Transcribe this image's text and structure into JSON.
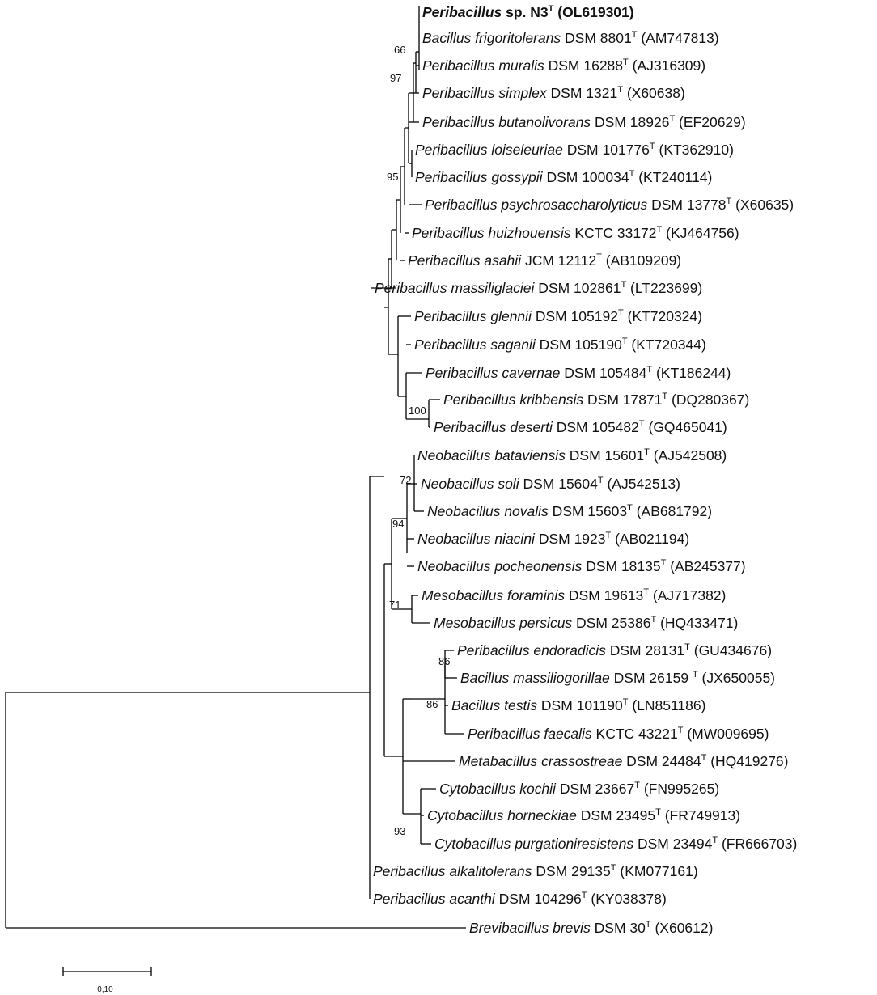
{
  "taxa": [
    {
      "genus": "Peribacillus",
      "epithet": "",
      "strain": "sp. N3",
      "acc": "(OL619301)",
      "bold": true
    },
    {
      "genus": "Bacillus",
      "epithet": "frigoritolerans",
      "strain": "DSM 8801",
      "acc": "(AM747813)"
    },
    {
      "genus": "Peribacillus",
      "epithet": "muralis",
      "strain": "DSM 16288",
      "acc": "(AJ316309)"
    },
    {
      "genus": "Peribacillus",
      "epithet": "simplex",
      "strain": "DSM 1321",
      "acc": "(X60638)"
    },
    {
      "genus": "Peribacillus",
      "epithet": "butanolivorans",
      "strain": "DSM 18926",
      "acc": "(EF20629)"
    },
    {
      "genus": "Peribacillus",
      "epithet": "loiseleuriae",
      "strain": "DSM 101776",
      "acc": "(KT362910)"
    },
    {
      "genus": "Peribacillus",
      "epithet": "gossypii",
      "strain": "DSM 100034",
      "acc": "(KT240114)"
    },
    {
      "genus": "Peribacillus",
      "epithet": "psychrosaccharolyticus",
      "strain": "DSM 13778",
      "acc": "(X60635)"
    },
    {
      "genus": "Peribacillus",
      "epithet": "huizhouensis",
      "strain": "KCTC 33172",
      "acc": "(KJ464756)"
    },
    {
      "genus": "Peribacillus",
      "epithet": "asahii",
      "strain": "JCM 12112",
      "acc": "(AB109209)"
    },
    {
      "genus": "Peribacillus",
      "epithet": "massiliglaciei",
      "strain": "DSM 102861",
      "acc": "(LT223699)"
    },
    {
      "genus": "Peribacillus",
      "epithet": "glennii",
      "strain": "DSM 105192",
      "acc": "(KT720324)"
    },
    {
      "genus": "Peribacillus",
      "epithet": "saganii",
      "strain": "DSM 105190",
      "acc": "(KT720344)"
    },
    {
      "genus": "Peribacillus",
      "epithet": "cavernae",
      "strain": "DSM 105484",
      "acc": "(KT186244)"
    },
    {
      "genus": "Peribacillus",
      "epithet": "kribbensis",
      "strain": "DSM 17871",
      "acc": "(DQ280367)"
    },
    {
      "genus": "Peribacillus",
      "epithet": "deserti",
      "strain": "DSM 105482",
      "acc": "(GQ465041)"
    },
    {
      "genus": "Neobacillus",
      "epithet": "bataviensis",
      "strain": "DSM 15601",
      "acc": "(AJ542508)"
    },
    {
      "genus": "Neobacillus",
      "epithet": "soli",
      "strain": "DSM 15604",
      "acc": "(AJ542513)"
    },
    {
      "genus": "Neobacillus",
      "epithet": "novalis",
      "strain": "DSM 15603",
      "acc": "(AB681792)"
    },
    {
      "genus": "Neobacillus",
      "epithet": "niacini",
      "strain": "DSM 1923",
      "acc": "(AB021194)"
    },
    {
      "genus": "Neobacillus",
      "epithet": "pocheonensis",
      "strain": "DSM 18135",
      "acc": "(AB245377)"
    },
    {
      "genus": "Mesobacillus",
      "epithet": "foraminis",
      "strain": "DSM 19613",
      "acc": "(AJ717382)"
    },
    {
      "genus": "Mesobacillus",
      "epithet": "persicus",
      "strain": "DSM 25386",
      "acc": "(HQ433471)"
    },
    {
      "genus": "Peribacillus",
      "epithet": "endoradicis",
      "strain": "DSM 28131",
      "acc": "(GU434676)"
    },
    {
      "genus": "Bacillus",
      "epithet": "massiliogorillae",
      "strain": "DSM 26159 ",
      "acc": "(JX650055)"
    },
    {
      "genus": "Bacillus",
      "epithet": "testis",
      "strain": "DSM 101190",
      "acc": "(LN851186)"
    },
    {
      "genus": "Peribacillus",
      "epithet": "faecalis",
      "strain": "KCTC 43221",
      "acc": "(MW009695)"
    },
    {
      "genus": "Metabacillus",
      "epithet": "crassostreae",
      "strain": "DSM 24484",
      "acc": "(HQ419276)"
    },
    {
      "genus": "Cytobacillus",
      "epithet": "kochii",
      "strain": "DSM 23667",
      "acc": "(FN995265)"
    },
    {
      "genus": "Cytobacillus",
      "epithet": "horneckiae",
      "strain": "DSM 23495",
      "acc": "(FR749913)"
    },
    {
      "genus": "Cytobacillus",
      "epithet": "purgationiresistens",
      "strain": "DSM 23494",
      "acc": "(FR666703)"
    },
    {
      "genus": "Peribacillus",
      "epithet": "alkalitolerans",
      "strain": "DSM 29135",
      "acc": "(KM077161)"
    },
    {
      "genus": "Peribacillus",
      "epithet": "acanthi",
      "strain": "DSM 104296",
      "acc": "(KY038378)"
    },
    {
      "genus": "Brevibacillus",
      "epithet": "brevis",
      "strain": "DSM 30",
      "acc": "(X60612)"
    }
  ],
  "type_strain_mark": "T",
  "bootstrap": [
    "66",
    "97",
    "95",
    "100",
    "72",
    "94",
    "71",
    "86",
    "86",
    "93"
  ],
  "scale_bar_label": "0,10"
}
